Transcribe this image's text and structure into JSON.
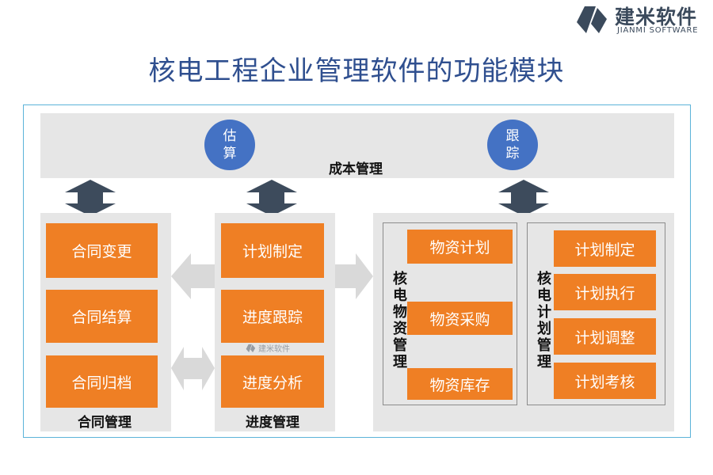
{
  "logo": {
    "name_cn": "建米软件",
    "name_en": "JIANMI SOFTWARE"
  },
  "title": "核电工程企业管理软件的功能模块",
  "cost": {
    "label": "成本管理",
    "circles": [
      "估\n算",
      "跟\n踪"
    ]
  },
  "contract": {
    "label": "合同管理",
    "items": [
      "合同变更",
      "合同结算",
      "合同归档"
    ]
  },
  "progress": {
    "label": "进度管理",
    "items": [
      "计划制定",
      "进度跟踪",
      "进度分析"
    ]
  },
  "materials": {
    "label": "核电物资管理",
    "items": [
      "物资计划",
      "物资采购",
      "物资库存"
    ]
  },
  "plan": {
    "label": "核电计划管理",
    "items": [
      "计划制定",
      "计划执行",
      "计划调整",
      "计划考核"
    ]
  },
  "watermark": "建米软件",
  "colors": {
    "orange": "#ef7f24",
    "blue_circle": "#4472c4",
    "dark_arrow": "#3d4b5c",
    "panel_gray": "#e6e6e6",
    "frame": "#5bb3d9",
    "title": "#2f4f8f"
  }
}
